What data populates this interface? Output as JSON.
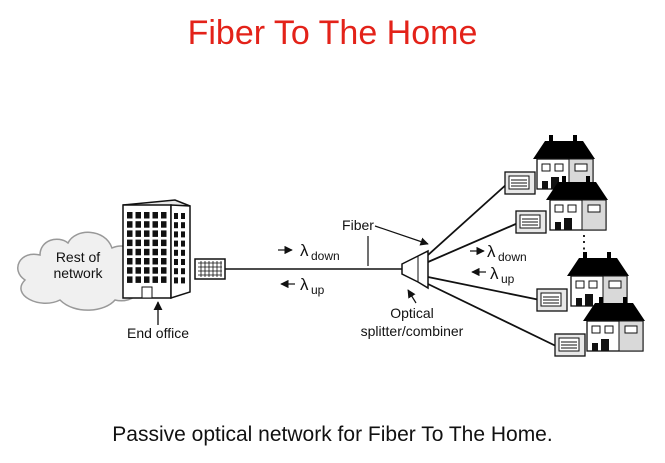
{
  "title": "Fiber To The Home",
  "caption": "Passive optical network for Fiber To The Home.",
  "labels": {
    "cloud_line1": "Rest of",
    "cloud_line2": "network",
    "end_office": "End office",
    "fiber": "Fiber",
    "splitter_line1": "Optical",
    "splitter_line2": "splitter/combiner",
    "lambda": "λ",
    "down": "down",
    "up": "up",
    "ellipsis": "⋮"
  },
  "colors": {
    "title": "#e32219",
    "cloud": "#f0f0f0",
    "roof": "#000000"
  }
}
